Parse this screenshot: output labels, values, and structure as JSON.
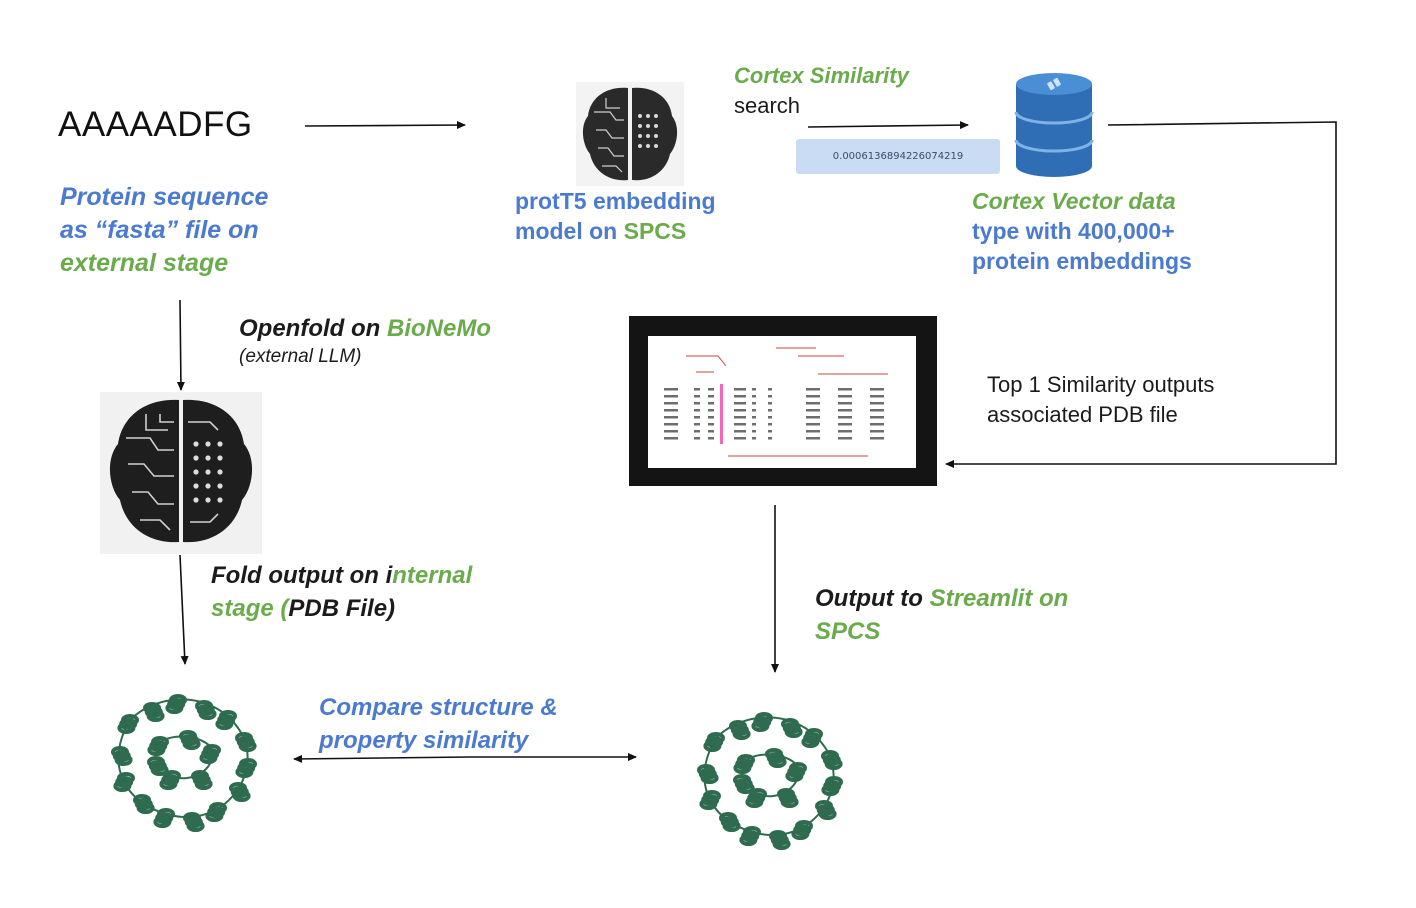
{
  "sequence": {
    "text": "AAAAADFG"
  },
  "protein_sequence": {
    "line1": "Protein sequence",
    "line2": "as “fasta” file on",
    "line3": "external stage"
  },
  "prott5": {
    "line1": "protT5 embedding",
    "line2_a": "model on ",
    "line2_b": "SPCS"
  },
  "cortex_similarity": {
    "line1": "Cortex Similarity",
    "line2": "search"
  },
  "vector_value": "0.0006136894226074219",
  "cortex_vector": {
    "line1": "Cortex Vector data",
    "line2": "type with 400,000+",
    "line3": "protein embeddings"
  },
  "openfold": {
    "line1_a": "Openfold on ",
    "line1_b": "BioNeMo",
    "line2": "(external LLM)"
  },
  "top1": {
    "line1": "Top 1 Similarity outputs",
    "line2": "associated PDB file"
  },
  "fold_output": {
    "line1_a": "Fold output on i",
    "line1_b": "nternal",
    "line2_a": "stage (",
    "line2_b": "PDB File)"
  },
  "output_streamlit": {
    "line1_a": "Output to ",
    "line1_b": "Streamlit on",
    "line2": "SPCS"
  },
  "compare": {
    "line1": "Compare structure &",
    "line2": "property similarity"
  },
  "colors": {
    "blue_text": "#4a7bd0",
    "green_text": "#6aab4b",
    "database": "#2f6eb5",
    "protein": "#2e6b4f"
  },
  "icons": [
    "brain-circuit-icon",
    "database-icon",
    "pdb-document-icon",
    "protein-structure-icon"
  ]
}
